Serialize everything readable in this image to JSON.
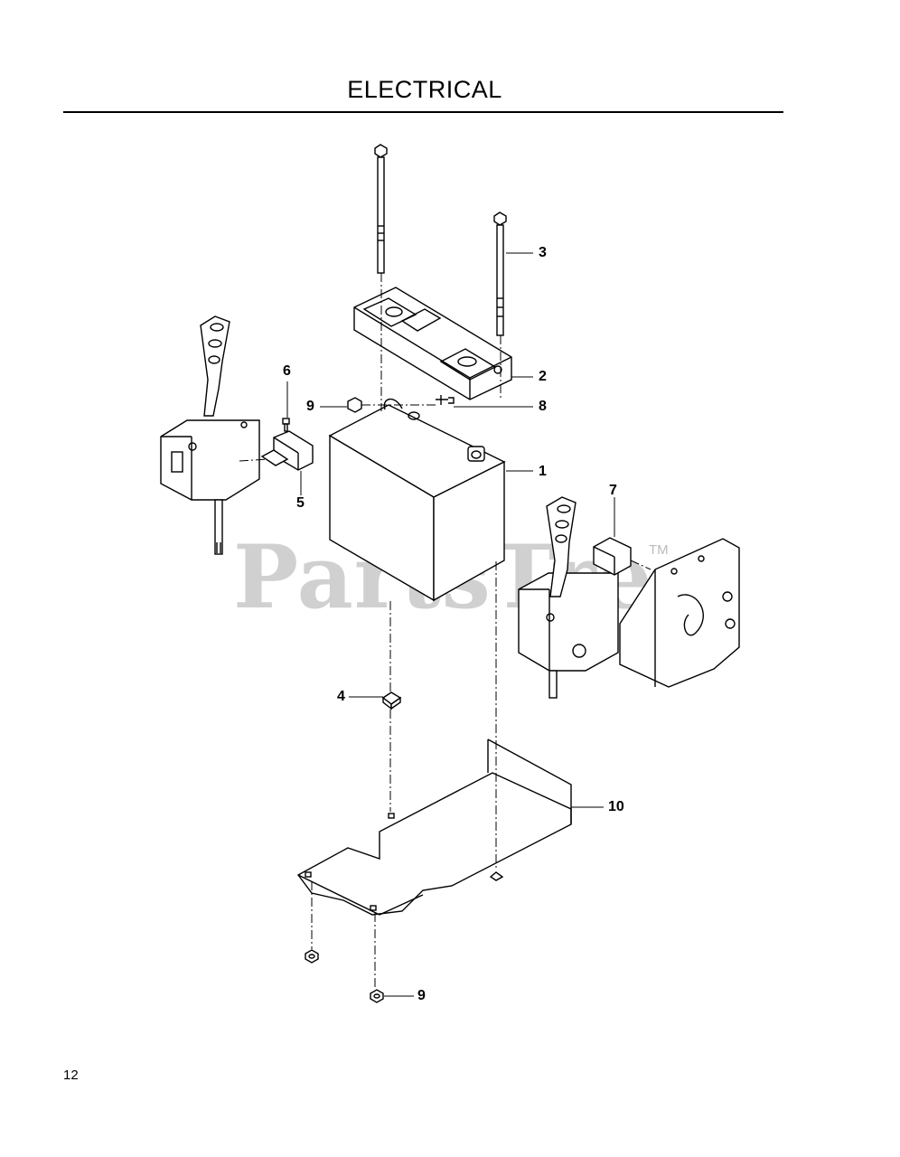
{
  "page": {
    "title": "ELECTRICAL",
    "page_number": "12"
  },
  "watermark": {
    "text": "PartsTree",
    "trademark": "TM"
  },
  "callouts": [
    {
      "id": "1",
      "label": "1"
    },
    {
      "id": "2",
      "label": "2"
    },
    {
      "id": "3",
      "label": "3"
    },
    {
      "id": "4",
      "label": "4"
    },
    {
      "id": "5",
      "label": "5"
    },
    {
      "id": "6",
      "label": "6"
    },
    {
      "id": "7",
      "label": "7"
    },
    {
      "id": "8",
      "label": "8"
    },
    {
      "id": "9a",
      "label": "9"
    },
    {
      "id": "9b",
      "label": "9"
    },
    {
      "id": "10",
      "label": "10"
    }
  ]
}
